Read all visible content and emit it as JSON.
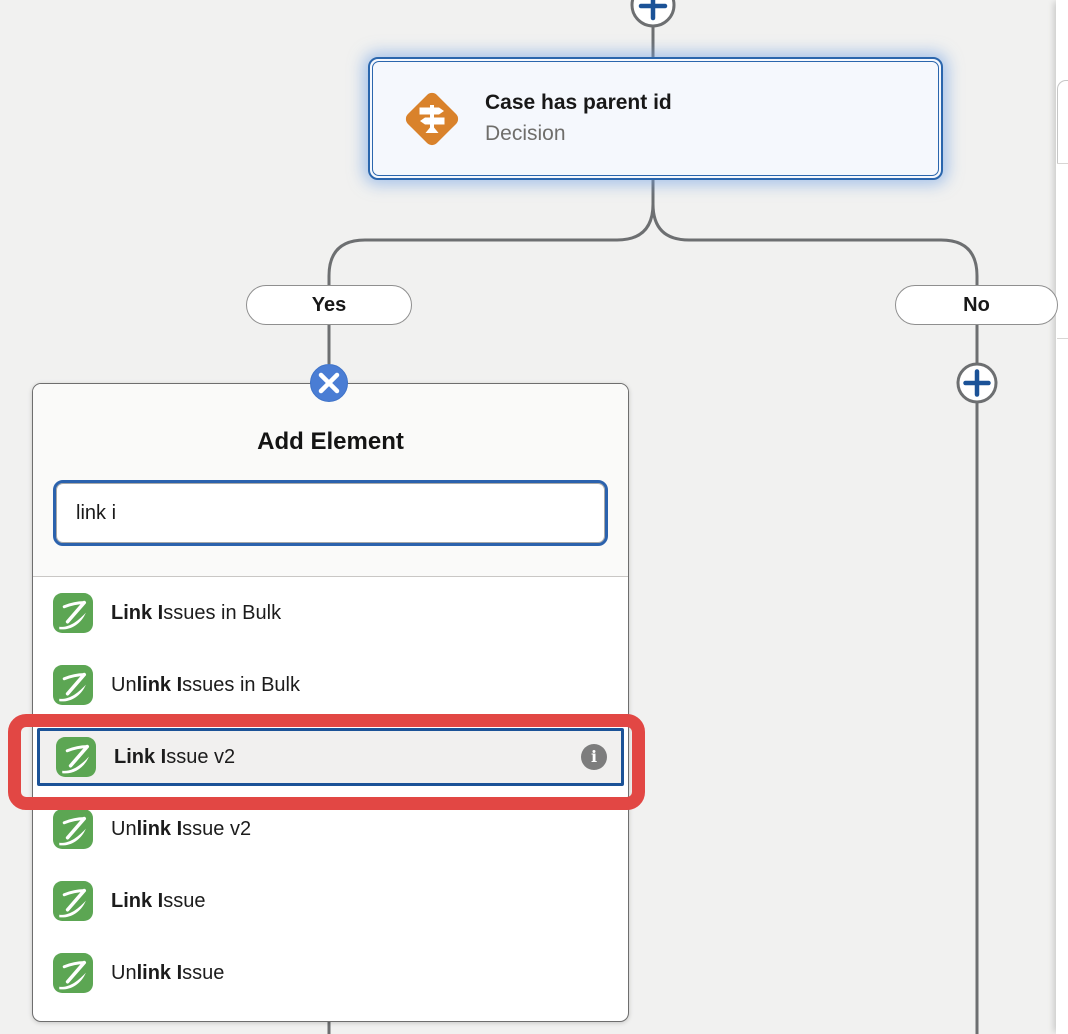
{
  "canvas": {
    "decision_node": {
      "title": "Case has parent id",
      "subtitle": "Decision",
      "type_icon": "decision-signpost"
    },
    "branch_labels": {
      "yes": "Yes",
      "no": "No"
    }
  },
  "popup": {
    "title": "Add Element",
    "search_value": "link i",
    "items": [
      {
        "pre": "",
        "bold": "Link I",
        "post": "ssues in Bulk",
        "highlighted": false,
        "info": false
      },
      {
        "pre": "Un",
        "bold": "link I",
        "post": "ssues in Bulk",
        "highlighted": false,
        "info": false
      },
      {
        "pre": "",
        "bold": "Link I",
        "post": "ssue v2",
        "highlighted": true,
        "info": true
      },
      {
        "pre": "Un",
        "bold": "link I",
        "post": "ssue v2",
        "highlighted": false,
        "info": false
      },
      {
        "pre": "",
        "bold": "Link I",
        "post": "ssue",
        "highlighted": false,
        "info": false
      },
      {
        "pre": "Un",
        "bold": "link I",
        "post": "ssue",
        "highlighted": false,
        "info": false
      }
    ]
  },
  "icons": {
    "info_glyph": "i"
  },
  "colors": {
    "connector_gray": "#6D6F71",
    "decision_orange": "#D9822B",
    "selection_blue": "#2A66AD",
    "focus_blue": "#1B5297",
    "close_button_blue": "#4A7DD4",
    "app_icon_green": "#5CA653",
    "annotation_red": "#E24744",
    "canvas_gray": "#F1F1F0"
  }
}
